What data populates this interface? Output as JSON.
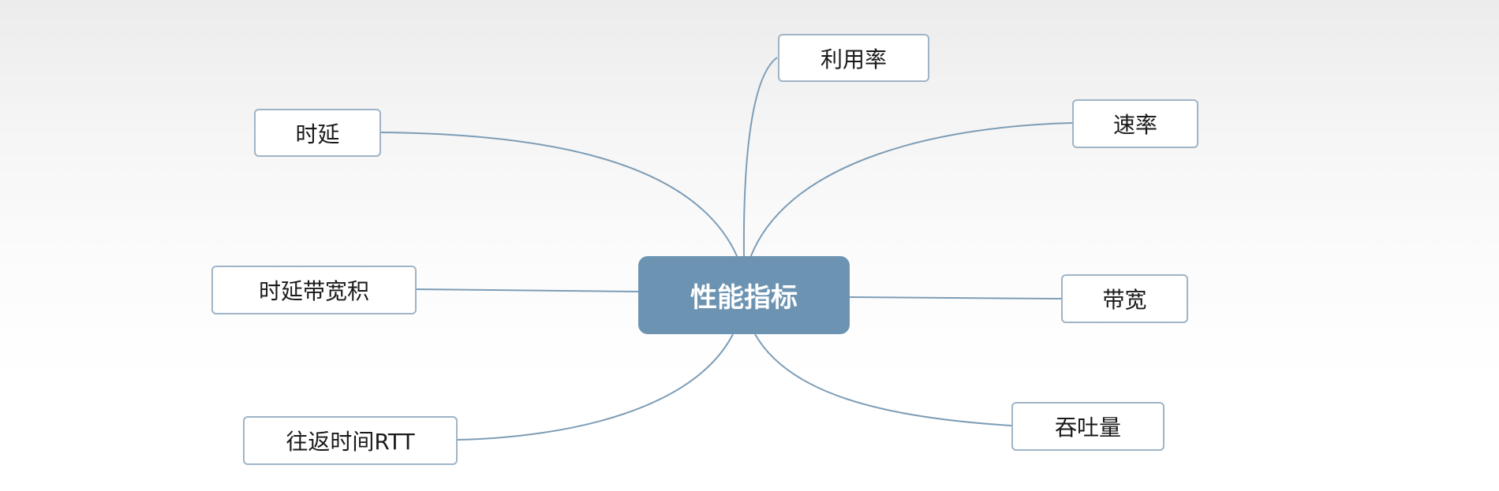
{
  "center": {
    "label": "性能指标"
  },
  "branches": {
    "utilization": "利用率",
    "delay": "时延",
    "rate": "速率",
    "delay_bandwidth_product": "时延带宽积",
    "bandwidth": "带宽",
    "throughput": "吞吐量",
    "round_trip_time": "往返时间RTT"
  },
  "colors": {
    "center_fill": "#6c94b2",
    "center_text": "#ffffff",
    "node_border": "#9fb4c6",
    "connector": "#7d9db6"
  }
}
